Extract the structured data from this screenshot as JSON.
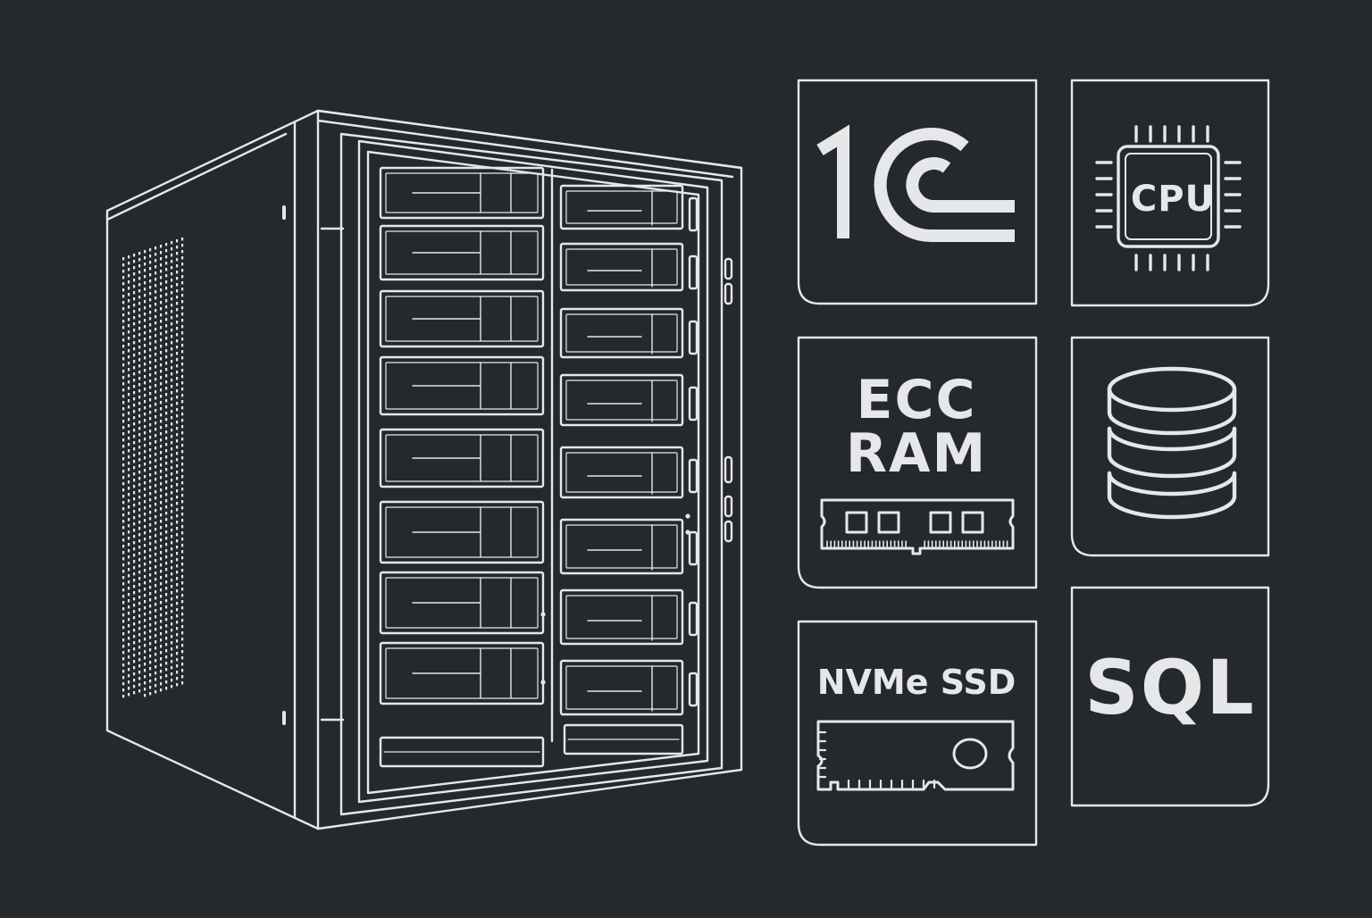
{
  "colors": {
    "background": "#25282c",
    "line": "#e6e7e8"
  },
  "cards": {
    "onec": {
      "icon": "1c-logo-icon"
    },
    "cpu": {
      "icon": "cpu-chip-icon",
      "label": "CPU"
    },
    "ram": {
      "icon": "ram-module-icon",
      "line1": "ECC",
      "line2": "RAM"
    },
    "database": {
      "icon": "database-icon"
    },
    "ssd": {
      "icon": "nvme-ssd-icon",
      "label": "NVMe SSD"
    },
    "sql": {
      "label": "SQL"
    }
  },
  "server": {
    "icon": "server-tower-icon"
  }
}
